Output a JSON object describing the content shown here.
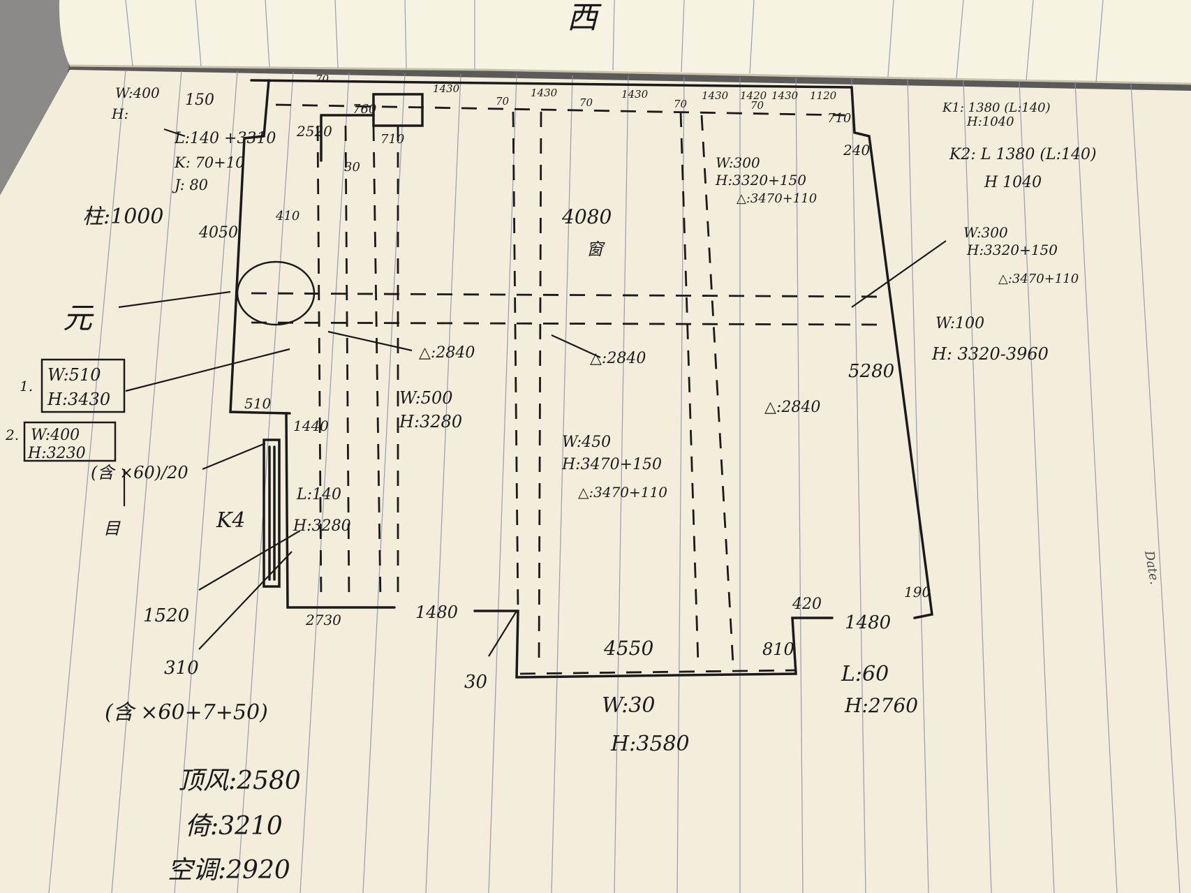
{
  "header": {
    "char": "西"
  },
  "colors": {
    "ink": "#1a1a1a",
    "paper": "#f5f0dc",
    "rule": "#8a8fa8",
    "desk": "#5c5a58"
  },
  "top_dims": [
    "70",
    "1430",
    "1430",
    "1430",
    "1430",
    "1420",
    "1430",
    "1120",
    "70",
    "70",
    "70",
    "70"
  ],
  "left_notes": {
    "w400": "W:400",
    "h": "H:",
    "n150": "150",
    "l140": "L:140 +3310",
    "k": "K: 70+10",
    "j": "J: 80",
    "zhu": "柱:1000",
    "n2520": "2520",
    "n760": "760",
    "n710a": "710",
    "n30": "30",
    "n4050": "4050",
    "n410": "410",
    "yuan": "元"
  },
  "boxes": {
    "b1_num": "1.",
    "b1_w": "W:510",
    "b1_h": "H:3430",
    "b2_num": "2.",
    "b2_w": "W:400",
    "b2_h": "H:3230"
  },
  "mid_notes": {
    "n510": "510",
    "n1440": "1440",
    "he60": "(含 ×60)/20",
    "mu": "目",
    "k4": "K4",
    "l140b": "L:140",
    "h3280a": "H:3280",
    "n1520": "1520",
    "n2730": "2730",
    "n1480a": "1480",
    "n310": "310",
    "he60b": "(含 ×60+7+50)",
    "n30b": "30"
  },
  "center_notes": {
    "n4080": "4080",
    "chuang": "窗",
    "d2840a": "△:2840",
    "d2840b": "△:2840",
    "d2840c": "△:2840",
    "w500": "W:500",
    "h3280b": "H:3280",
    "w450": "W:450",
    "h450": "H:3470+150",
    "d3470a": "△:3470+110",
    "n4550": "4550",
    "n810": "810",
    "w30": "W:30",
    "h3580": "H:3580"
  },
  "right_notes": {
    "w300a": "W:300",
    "h300a": "H:3320+150",
    "d3470b": "△:3470+110",
    "n710b": "710",
    "n240": "240",
    "k1": "K1: 1380 (L:140)",
    "k1h": "H:1040",
    "k2": "K2: L 1380 (L:140)",
    "k2h": "H 1040",
    "w300b": "W:300",
    "h300b": "H:3320+150",
    "d3470c": "△:3470+110",
    "w100": "W:100",
    "h100": "H: 3320-3960",
    "n5280": "5280",
    "n420": "420",
    "n1480b": "1480",
    "n190": "190",
    "l60": "L:60",
    "h2760": "H:2760",
    "date": "Date."
  },
  "bottom_notes": {
    "dingfeng": "顶风:2580",
    "yi": "倚:3210",
    "kongtiao": "空调:2920"
  }
}
